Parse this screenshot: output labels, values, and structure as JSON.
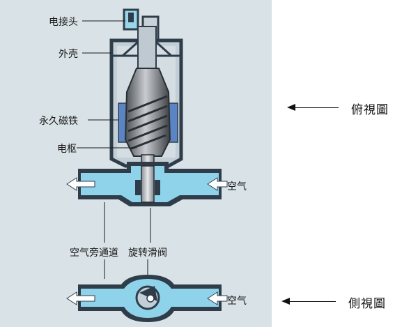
{
  "labels": {
    "connector": "电接头",
    "housing": "外壳",
    "magnet": "永久磁铁",
    "armature": "电枢",
    "air_in_top": "空气",
    "bypass": "空气旁通道",
    "rotary_valve": "旋转滑阀",
    "air_in_bottom": "空气"
  },
  "views": {
    "top": "俯視圖",
    "side": "側視圖"
  },
  "colors": {
    "air": "#8fd3ea",
    "metal": "#3a4a5a",
    "magnet": "#5b84c4",
    "background": "#d9e2e6",
    "flow_arrow": "#ffffff"
  }
}
